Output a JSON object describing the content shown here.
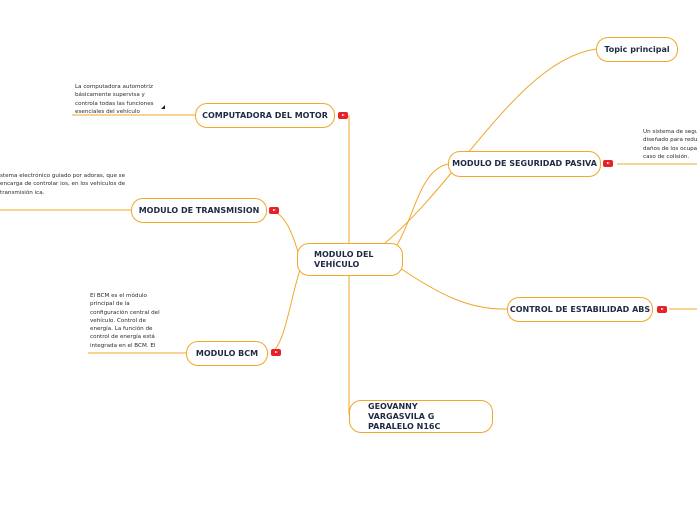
{
  "map": {
    "center": "MODULO DEL VEHÍCULO",
    "nodes": {
      "motor": "COMPUTADORA DEL MOTOR",
      "transmision": "MODULO DE TRANSMISION",
      "bcm": "MODULO BCM",
      "seguridad": "MODULO DE SEGURIDAD PASIVA",
      "abs": "CONTROL DE ESTABILIDAD ABS",
      "topic": "Topic principal",
      "author": "GEOVANNY VARGASVILA G PARALELO N16C"
    },
    "notes": {
      "motor": "La computadora automotriz básicamente supervisa y controla todas las funciones esenciales del vehículo",
      "transmision": "stema electrónico guiado por adoras, que se encarga de controlar ios, en los vehículos de transmisión ica.",
      "bcm": "El BCM es el módulo principal de la configuración central del vehículo. Control de energía. La función de control de energía está integrada en el BCM. El",
      "seguridad": "Un sistema de segu diseñado para redu daños de los ocupa caso de colisión."
    }
  },
  "colors": {
    "branch": "#f0a72a",
    "accent": "#e8202a",
    "text": "#1f2a44"
  },
  "icons": [
    "youtube-icon",
    "note-collapse-icon"
  ]
}
